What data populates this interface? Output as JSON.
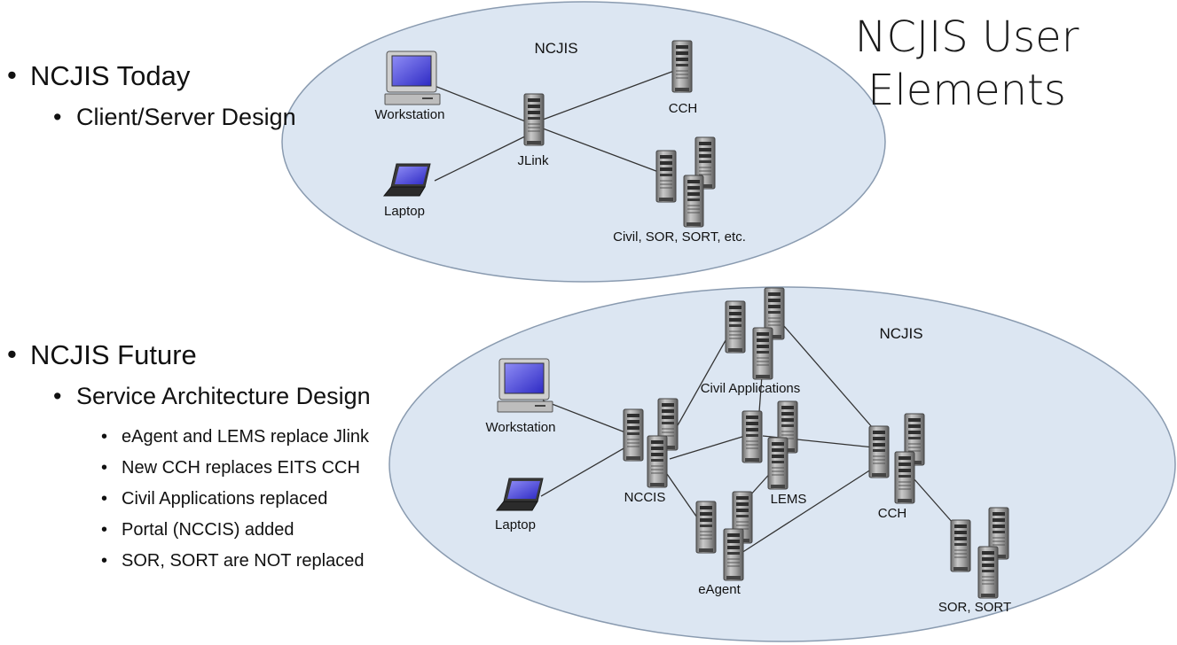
{
  "slide": {
    "title_line1": "NCJIS User",
    "title_line2": "Elements"
  },
  "today": {
    "heading": "NCJIS Today",
    "subheading": "Client/Server Design"
  },
  "future": {
    "heading": "NCJIS Future",
    "subheading": "Service Architecture Design",
    "points": [
      "eAgent and LEMS replace Jlink",
      "New CCH replaces EITS CCH",
      "Civil Applications replaced",
      "Portal (NCCIS) added",
      "SOR, SORT are NOT replaced"
    ]
  },
  "diagram_today": {
    "cloud_label": "NCJIS",
    "nodes": {
      "workstation": "Workstation",
      "laptop": "Laptop",
      "jlink": "JLink",
      "cch": "CCH",
      "civil": "Civil, SOR, SORT, etc."
    }
  },
  "diagram_future": {
    "cloud_label": "NCJIS",
    "nodes": {
      "workstation": "Workstation",
      "laptop": "Laptop",
      "nccis": "NCCIS",
      "civil": "Civil Applications",
      "lems": "LEMS",
      "eagent": "eAgent",
      "cch": "CCH",
      "sor": "SOR, SORT"
    }
  }
}
